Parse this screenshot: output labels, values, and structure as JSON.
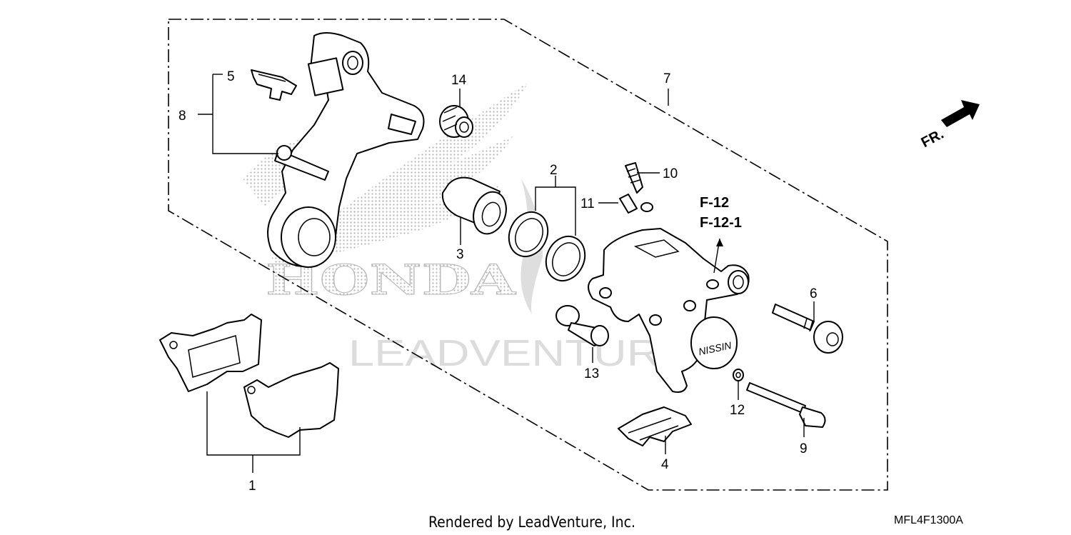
{
  "watermark": {
    "brand": "HONDA",
    "dealer": "LEADVENTURE"
  },
  "direction_indicator": "FR.",
  "reference_labels": [
    "F-12",
    "F-12-1"
  ],
  "diagram_code": "MFL4F1300A",
  "footer": "Rendered by LeadVenture, Inc.",
  "callouts": {
    "c1": "1",
    "c2": "2",
    "c3": "3",
    "c4": "4",
    "c5": "5",
    "c6": "6",
    "c7": "7",
    "c8": "8",
    "c9": "9",
    "c10": "10",
    "c11": "11",
    "c12": "12",
    "c13": "13",
    "c14": "14"
  },
  "caliper_logo": "NISSIN",
  "colors": {
    "ink": "#000000",
    "watermark": "#c8c8c8",
    "background": "#ffffff"
  }
}
